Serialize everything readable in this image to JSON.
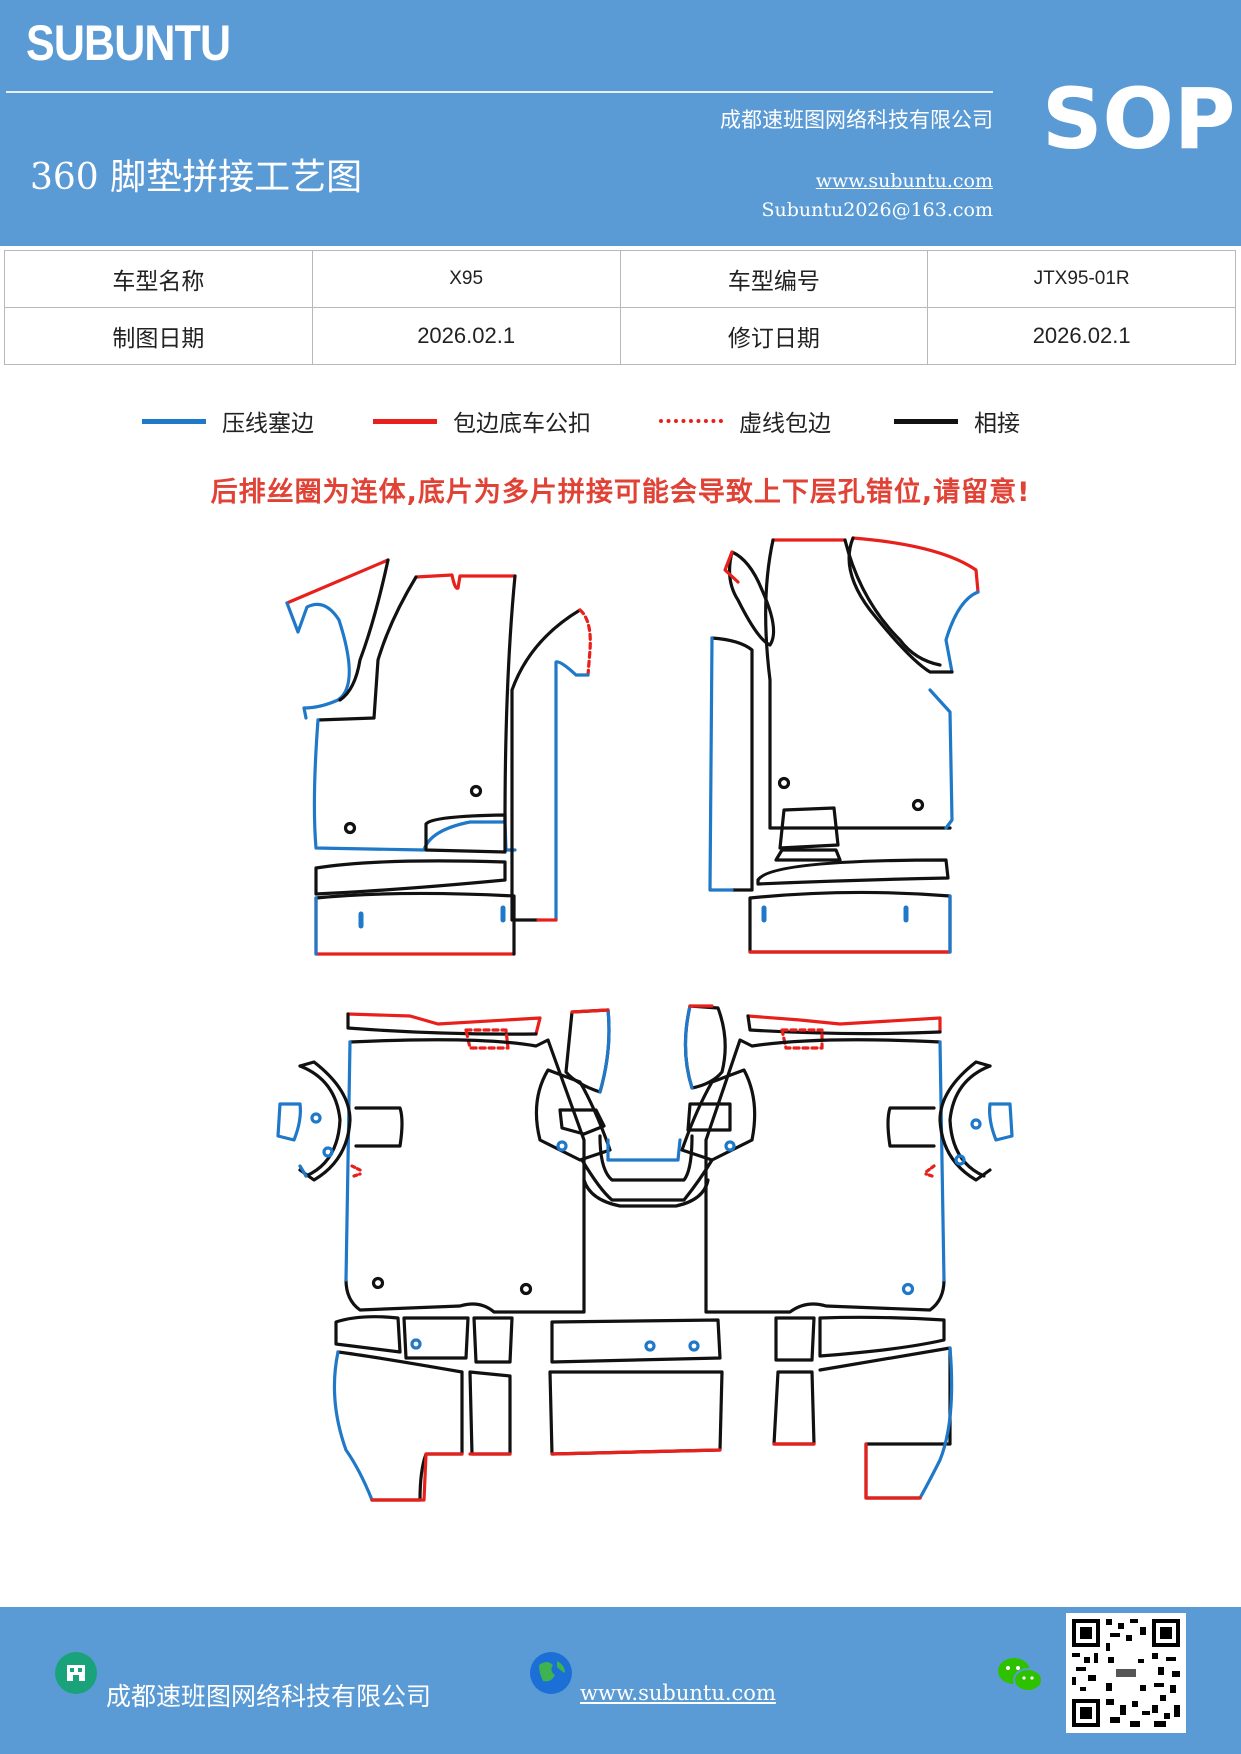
{
  "header": {
    "brand": "SUBUNTU",
    "company": "成都速班图网络科技有限公司",
    "doc_title": "360 脚垫拼接工艺图",
    "website": "www.subuntu.com",
    "email": "Subuntu2026@163.com",
    "badge": "SOP"
  },
  "info_table": {
    "rows": [
      {
        "label1": "车型名称",
        "value1": "X95",
        "label2": "车型编号",
        "value2": "JTX95-01R"
      },
      {
        "label1": "制图日期",
        "value1": "2026.02.1",
        "label2": "修订日期",
        "value2": "2026.02.1"
      }
    ]
  },
  "legend": [
    {
      "label": "压线塞边",
      "style": "solid",
      "color": "#1f78c8"
    },
    {
      "label": "包边底车公扣",
      "style": "solid",
      "color": "#e8201c"
    },
    {
      "label": "虚线包边",
      "style": "dashed",
      "color": "#e8201c"
    },
    {
      "label": "相接",
      "style": "solid",
      "color": "#111111"
    }
  ],
  "warning": "后排丝圈为连体,底片为多片拼接可能会导致上下层孔错位,请留意!",
  "footer": {
    "company": "成都速班图网络科技有限公司",
    "website": "www.subuntu.com"
  },
  "colors": {
    "header_bg": "#5b9bd5",
    "blue_edge": "#1f78c8",
    "red_edge": "#e8201c",
    "join_edge": "#111111",
    "warning_text": "#e04236"
  }
}
